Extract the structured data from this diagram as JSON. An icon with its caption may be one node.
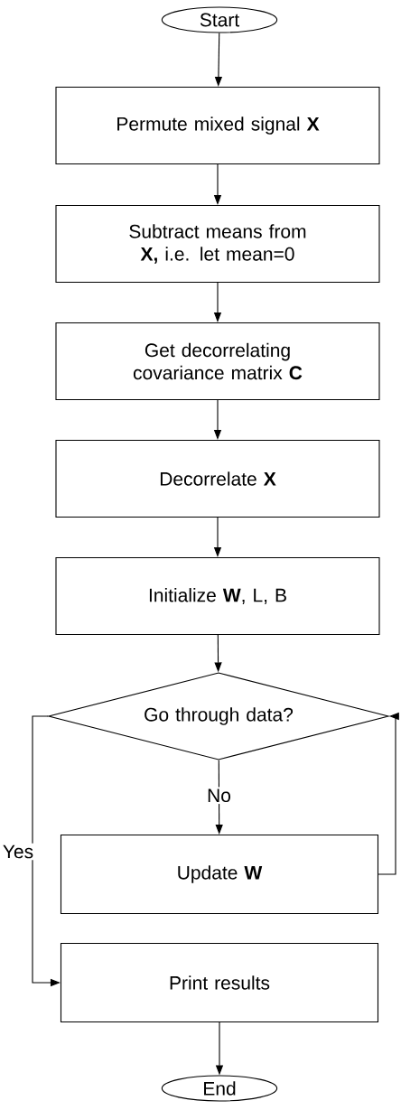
{
  "diagram": {
    "nodes": [
      {
        "text": [
          "Start"
        ]
      },
      {
        "text": [
          "Permute mixed signal **X**"
        ]
      },
      {
        "text": [
          "Subtract means from **X,** i.e. let mean=0"
        ]
      },
      {
        "text": [
          "Get decorrelating covariance matrix **C**"
        ]
      },
      {
        "text": [
          "Decorrelate **X**"
        ]
      },
      {
        "text": [
          "Initialize **W**, L, B"
        ]
      },
      {
        "text": [
          "Go through data?"
        ]
      },
      {
        "text": [
          "Update **W**"
        ]
      },
      {
        "text": [
          "Print results"
        ]
      },
      {
        "text": [
          "End"
        ]
      }
    ],
    "edges": [
      {
        "from": 0,
        "to": 1,
        "arrow": "to"
      },
      {
        "from": 1,
        "to": 2,
        "arrow": "to"
      },
      {
        "from": 2,
        "to": 3,
        "arrow": "to"
      },
      {
        "from": 3,
        "to": 4,
        "arrow": "to"
      },
      {
        "from": 4,
        "to": 5,
        "arrow": "to"
      },
      {
        "from": 5,
        "to": 6,
        "arrow": "to"
      },
      {
        "from": 6,
        "to": 7,
        "arrow": "to",
        "label": "No"
      },
      {
        "from": 6,
        "to": 8,
        "arrow": "to",
        "label": "Yes"
      },
      {
        "from": 7,
        "to": 6,
        "arrow": "to"
      },
      {
        "from": 8,
        "to": 9,
        "arrow": "to"
      }
    ]
  }
}
